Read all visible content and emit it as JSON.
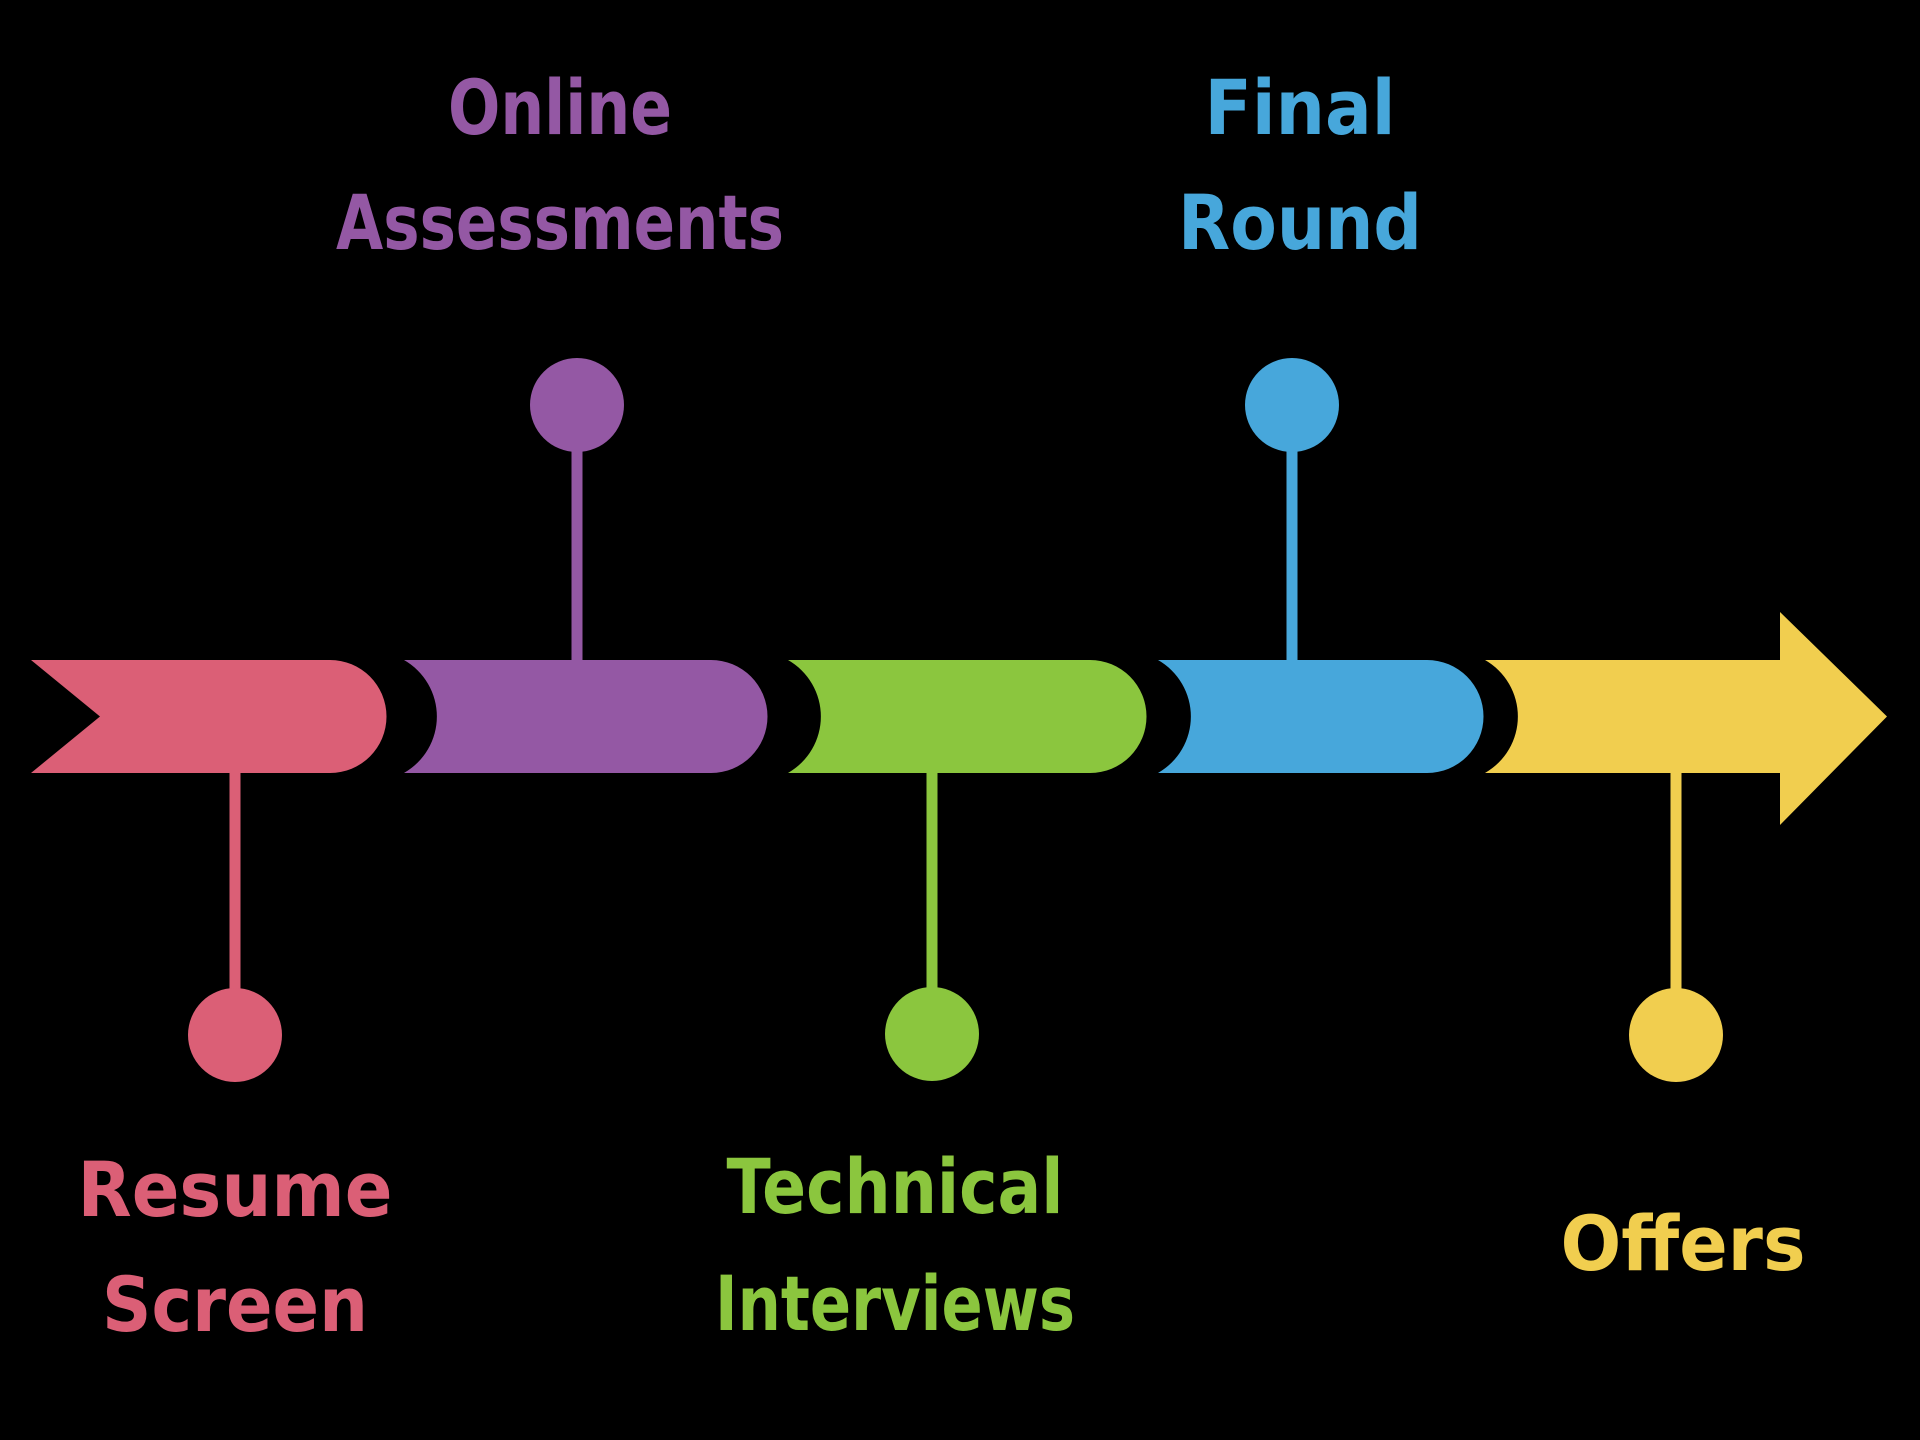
{
  "background_color": "#000000",
  "diagram_type": "process-timeline-arrow",
  "flow_direction": "left-to-right",
  "stages": [
    {
      "name": "Resume Screen",
      "lines": [
        "Resume",
        "Screen"
      ],
      "color": "#DB5F76",
      "label_position": "below"
    },
    {
      "name": "Online Assessments",
      "lines": [
        "Online",
        "Assessments"
      ],
      "color": "#9458A4",
      "label_position": "above"
    },
    {
      "name": "Technical Interviews",
      "lines": [
        "Technical",
        "Interviews"
      ],
      "color": "#8BC63E",
      "label_position": "below"
    },
    {
      "name": "Final Round",
      "lines": [
        "Final",
        "Round"
      ],
      "color": "#47A7DB",
      "label_position": "above"
    },
    {
      "name": "Offers",
      "lines": [
        "Offers"
      ],
      "color": "#F1CE4F",
      "label_position": "below"
    }
  ]
}
